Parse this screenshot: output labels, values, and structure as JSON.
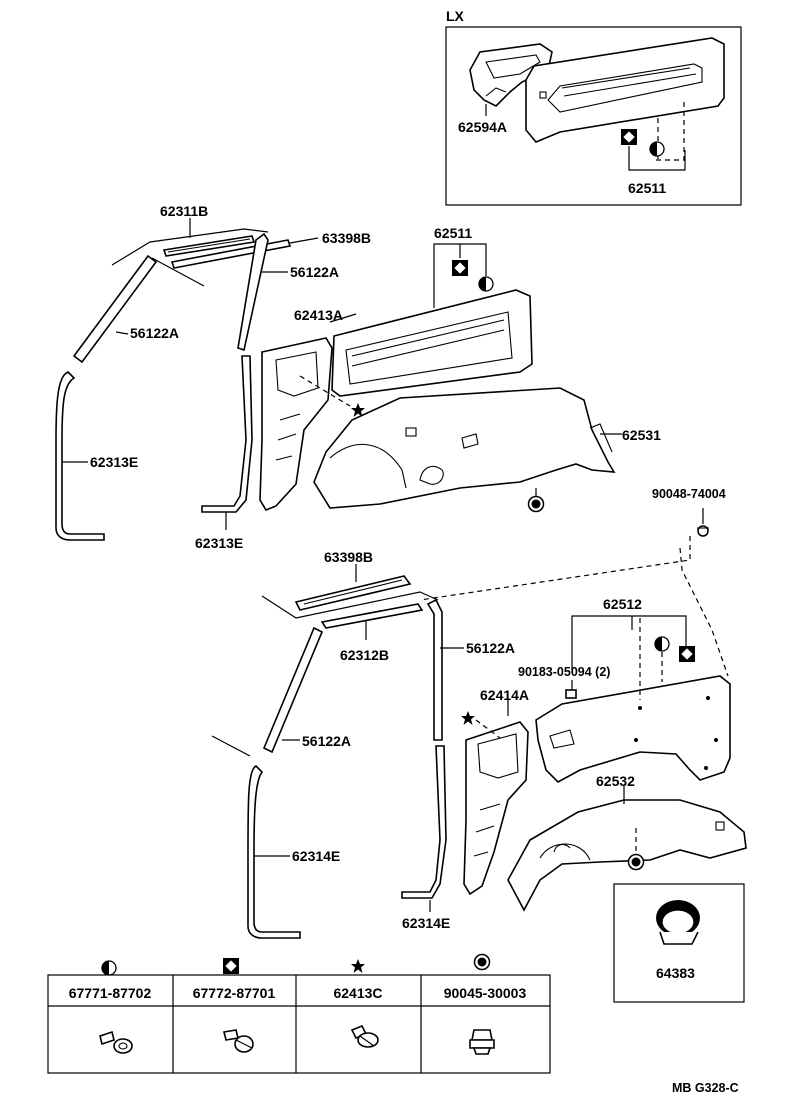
{
  "lx_box": {
    "title": "LX",
    "parts": [
      "62594A",
      "62511"
    ]
  },
  "labels": {
    "p62311B": "62311B",
    "p63398B_top": "63398B",
    "p56122A_1": "56122A",
    "p56122A_2": "56122A",
    "p62511": "62511",
    "p62413A": "62413A",
    "p62531": "62531",
    "p62313E_1": "62313E",
    "p62313E_2": "62313E",
    "p90048": "90048-74004",
    "p63398B_bot": "63398B",
    "p62312B": "62312B",
    "p56122A_3": "56122A",
    "p56122A_4": "56122A",
    "p62512": "62512",
    "p90183": "90183-05094 (2)",
    "p62414A": "62414A",
    "p62532": "62532",
    "p62314E_1": "62314E",
    "p62314E_2": "62314E",
    "p64383": "64383"
  },
  "fastener_table": {
    "columns": [
      {
        "symbol": "half-circle-icon",
        "part": "67771-87702"
      },
      {
        "symbol": "diamond-square-icon",
        "part": "67772-87701"
      },
      {
        "symbol": "star-icon",
        "part": "62413C"
      },
      {
        "symbol": "bullseye-icon",
        "part": "90045-30003"
      }
    ]
  },
  "drawing_code": "MB G328-C"
}
